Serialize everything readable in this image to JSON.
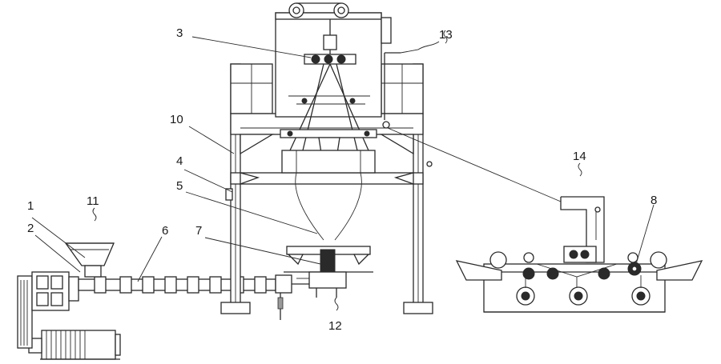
{
  "labels": {
    "l1": "1",
    "l2": "2",
    "l3": "3",
    "l4": "4",
    "l5": "5",
    "l6": "6",
    "l7": "7",
    "l8": "8",
    "l10": "10",
    "l11": "11",
    "l12": "12",
    "l13": "13",
    "l14": "14"
  }
}
